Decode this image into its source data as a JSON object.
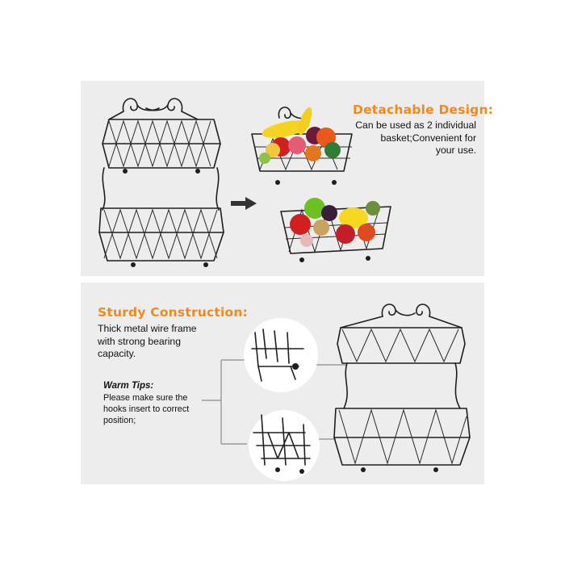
{
  "top_panel": {
    "heading": "Detachable Design:",
    "description_lines": [
      "Can be used as 2 individual",
      "basket;Convenient for",
      "your use."
    ]
  },
  "bottom_panel": {
    "heading": "Sturdy Construction:",
    "description_lines": [
      "Thick metal wire frame",
      "with strong bearing",
      "capacity."
    ],
    "tip_title": "Warm Tips:",
    "tip_lines": [
      "Please make sure the",
      "hooks insert to correct",
      "position;"
    ]
  },
  "colors": {
    "accent_heading": "#f08a1c",
    "panel_background": "#ededed",
    "wire": "#1f1f1f"
  },
  "icons": {
    "arrow": "arrow-right-icon",
    "scroll": "scroll-ornament-icon"
  }
}
